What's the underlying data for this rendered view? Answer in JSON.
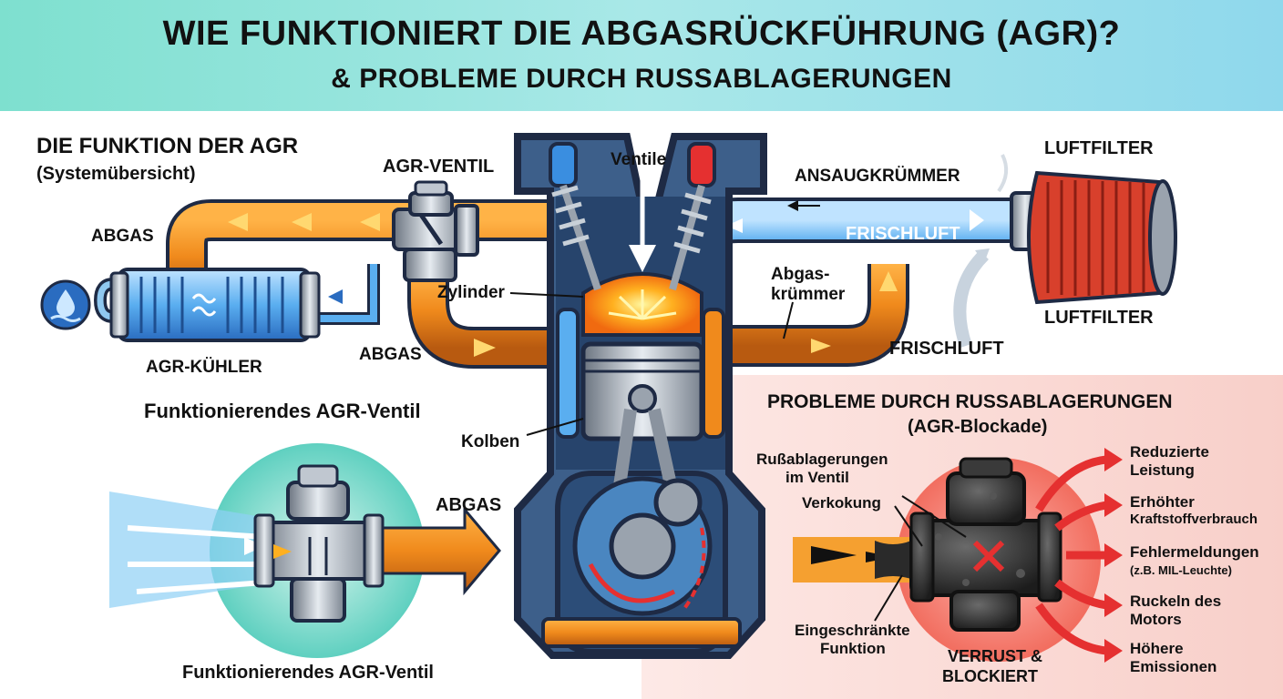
{
  "header": {
    "title": "WIE FUNKTIONIERT DIE ABGASRÜCKFÜHRUNG (AGR)?",
    "subtitle": "& PROBLEME DURCH RUSSABLAGERUNGEN"
  },
  "overview": {
    "title": "DIE FUNKTION DER AGR",
    "subtitle": "(Systemübersicht)"
  },
  "labels": {
    "agr_ventil": "AGR-VENTIL",
    "ventile": "Ventile",
    "ansaugkruemmer": "ANSAUGKRÜMMER",
    "luftfilter_top": "LUFTFILTER",
    "abgas_top": "ABGAS",
    "frischluft_pipe": "FRISCHLUFT",
    "abgaskruemmer_1": "Abgas-",
    "abgaskruemmer_2": "krümmer",
    "zylinder": "Zylinder",
    "luftfilter_bottom": "LUFTFILTER",
    "frischluft_bottom": "FRISCHLUFT",
    "abgas_mid": "ABGAS",
    "agr_kuehler": "AGR-KÜHLER",
    "kolben": "Kolben"
  },
  "working_valve": {
    "heading": "Funktionierendes AGR-Ventil",
    "abgas": "ABGAS",
    "caption": "Funktionierendes AGR-Ventil"
  },
  "problems": {
    "title": "PROBLEME DURCH RUSSABLAGERUNGEN",
    "subtitle": "(AGR-Blockade)",
    "soot_1": "Rußablagerungen",
    "soot_2": "im Ventil",
    "verkokung": "Verkokung",
    "eingeschraenkt_1": "Eingeschränkte",
    "eingeschraenkt_2": "Funktion",
    "blocked_1": "VERRUST &",
    "blocked_2": "BLOCKIERT",
    "effects": [
      {
        "line1": "Reduzierte",
        "line2": "Leistung",
        "small": ""
      },
      {
        "line1": "Erhöhter",
        "line2": "Kraftstoffverbrauch",
        "small": ""
      },
      {
        "line1": "Fehlermeldungen",
        "line2": "",
        "small": "(z.B. MIL-Leuchte)"
      },
      {
        "line1": "Ruckeln des",
        "line2": "Motors",
        "small": ""
      },
      {
        "line1": "Höhere",
        "line2": "Emissionen",
        "small": ""
      }
    ]
  },
  "colors": {
    "exhaust": "#f08a1c",
    "fresh_air": "#3a8ee0",
    "engine_frame": "#1e2a44",
    "problem_red": "#e53030"
  }
}
